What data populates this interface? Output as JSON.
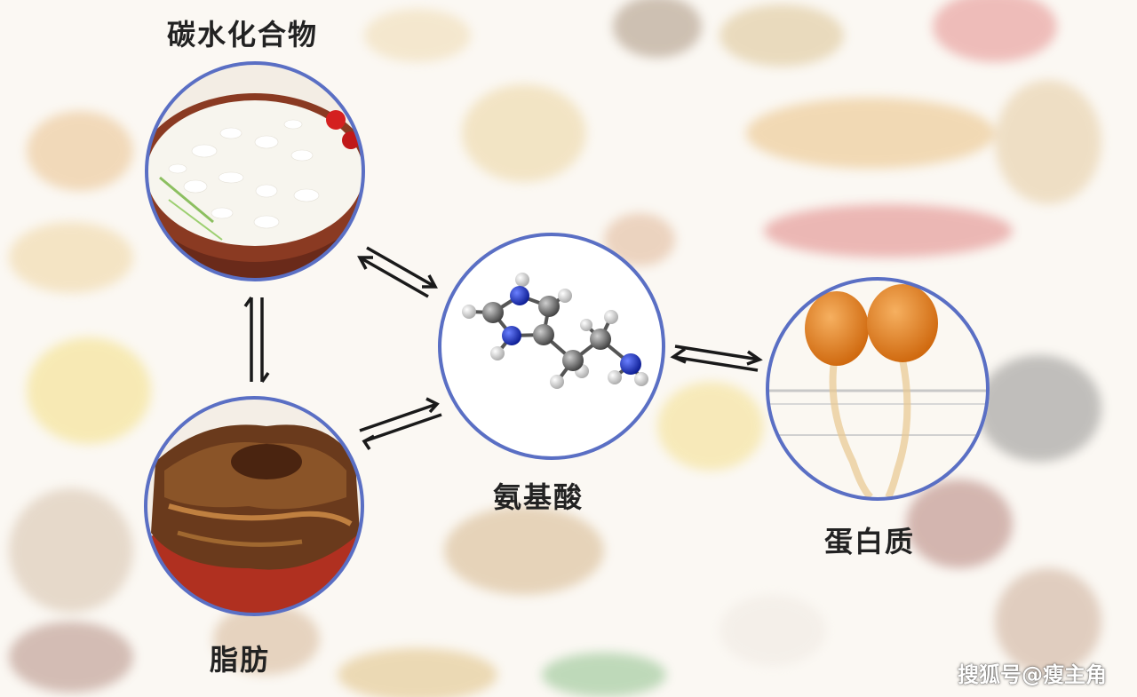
{
  "labels": {
    "carbohydrate": "碳水化合物",
    "amino_acid": "氨基酸",
    "protein": "蛋白质",
    "fat": "脂肪"
  },
  "watermark": "搜狐号@瘦主角",
  "colors": {
    "circle_border": "#5a6fc4",
    "arrow": "#1a1a1a",
    "carbon_atom": "#7a7a7a",
    "nitrogen_atom": "#1f35c9",
    "hydrogen_atom": "#e8e8e8"
  }
}
